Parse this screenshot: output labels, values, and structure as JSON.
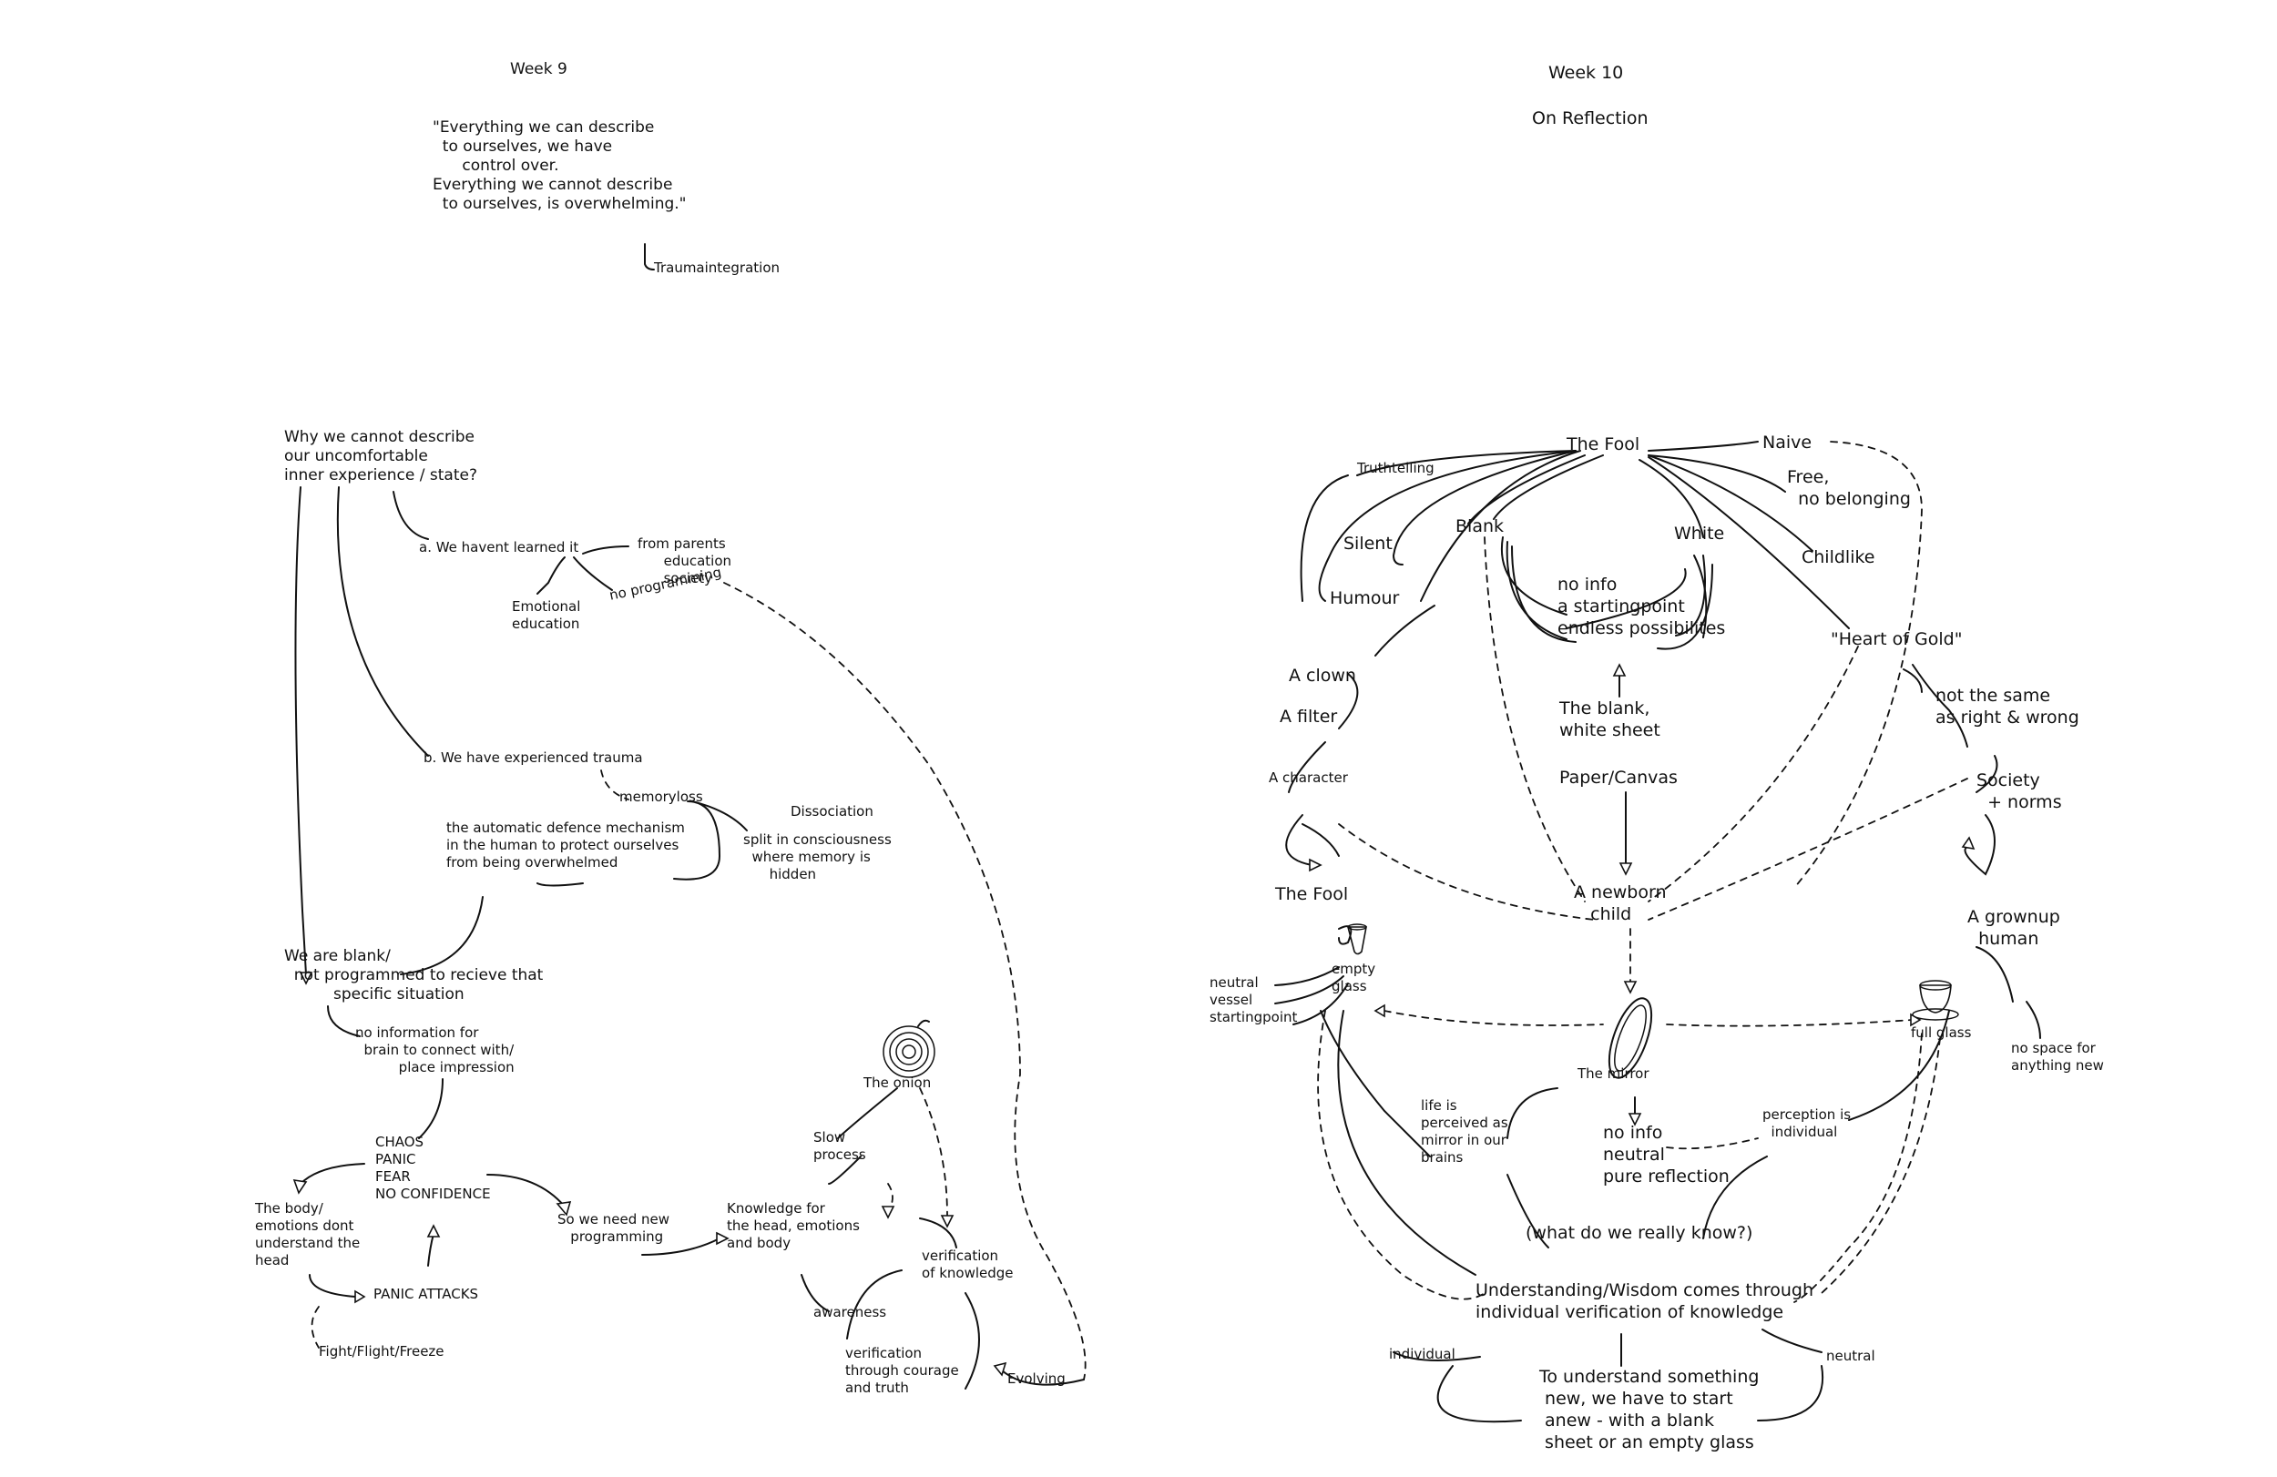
{
  "left_page": {
    "header": "Week 9",
    "quote": "\"Everything we can describe\n  to ourselves, we have\n      control over.\nEverything we cannot describe\n  to ourselves, is overwhelming.\"",
    "quote_source": "Traumaintegration",
    "question": "Why we cannot describe\nour uncomfortable\ninner experience / state?",
    "a_heading": "a. We havent learned it",
    "a_sources": "from parents\n      education\n      society",
    "a_emotional": "Emotional\neducation",
    "a_no_programming": "no programming",
    "b_heading": "b. We have experienced trauma",
    "memoryloss": "memoryloss",
    "defence": "the automatic defence mechanism\nin the human to protect ourselves\nfrom being overwhelmed",
    "dissociation": "Dissociation",
    "split": "split in consciousness\n  where memory is\n      hidden",
    "blank": "We are blank/\n  not programmed to recieve that\n          specific situation",
    "no_info": "no information for\n  brain to connect with/\n          place impression",
    "chaos": "CHAOS\nPANIC\nFEAR\nNO CONFIDENCE",
    "body_emotions": "The body/\nemotions dont\nunderstand the\nhead",
    "panic_attacks": "PANIC ATTACKS",
    "fff": "Fight/Flight/Freeze",
    "new_programming": "So we need new\n   programming",
    "onion": "The onion",
    "slow_process": "Slow\nprocess",
    "knowledge_for": "Knowledge for\nthe head, emotions\nand body",
    "verification_of_knowledge": "verification\nof knowledge",
    "awareness": "awareness",
    "verification_courage": "verification\nthrough courage\nand truth",
    "evolving": "Evolving"
  },
  "right_page": {
    "header": "Week 10",
    "subtitle": "On Reflection",
    "the_fool": "The Fool",
    "truthtelling": "Truthtelling",
    "silent": "Silent",
    "humour": "Humour",
    "a_clown": "A clown",
    "a_filter": "A filter",
    "a_character": "A character",
    "the_fool_lower": "The Fool",
    "empty_glass": "empty\nglass",
    "neutral_vessel": "neutral\nvessel\nstartingpoint",
    "blank": "Blank",
    "white": "White",
    "no_info_list": "no info\na startingpoint\nendless possibilites",
    "blank_sheet": "The blank,\nwhite sheet",
    "paper_canvas": "Paper/Canvas",
    "newborn": "A newborn\n   child",
    "naive": "Naive",
    "free": "Free,\n  no belonging",
    "childlike": "Childlike",
    "heart_of_gold": "\"Heart of Gold\"",
    "not_same": "not the same\nas right & wrong",
    "society": "Society\n  + norms",
    "grownup": "A grownup\n  human",
    "full_glass": "full glass",
    "no_space": "no space for\nanything new",
    "the_mirror": "The mirror",
    "mirror_info": "no info\nneutral\npure reflection",
    "life_perceived": "life is\nperceived as\nmirror in our\nbrains",
    "perception": "perception is\n  individual",
    "what_know": "(what do we really know?)",
    "understanding": "Understanding/Wisdom comes through\nindividual verification of knowledge",
    "individual": "individual",
    "neutral": "neutral",
    "to_understand": "To understand something\n new, we have to start\n anew - with a blank\n sheet or an empty glass"
  }
}
